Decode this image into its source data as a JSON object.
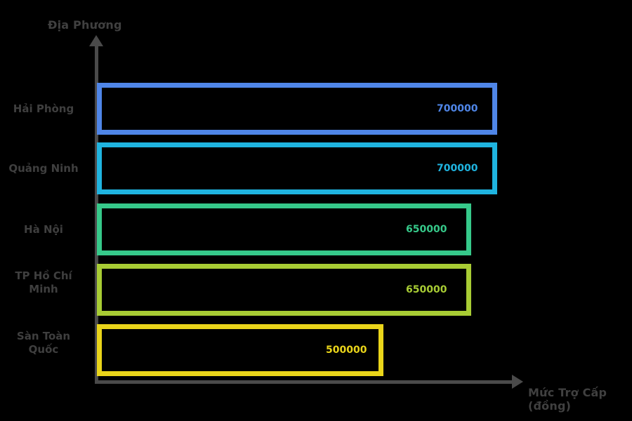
{
  "chart_data": {
    "type": "bar",
    "orientation": "horizontal",
    "title": "",
    "xlabel": "Mức Trợ Cấp (đồng)",
    "ylabel": "Địa Phương",
    "categories": [
      "Hải Phòng",
      "Quảng Ninh",
      "Hà Nội",
      "TP Hồ Chí Minh",
      "Sàn Toàn Quốc"
    ],
    "values": [
      700000,
      700000,
      650000,
      650000,
      500000
    ],
    "value_labels": [
      "700000",
      "700000",
      "650000",
      "650000",
      "500000"
    ],
    "colors": [
      "#4f86e8",
      "#1fb4e0",
      "#36c98a",
      "#a8cc34",
      "#ead51a"
    ],
    "xlim": [
      0,
      780000
    ],
    "grid": false,
    "legend": false,
    "bar_style": "outlined"
  },
  "axes": {
    "y_title": "Địa Phương",
    "x_title_line1": "Mức Trợ Cấp",
    "x_title_line2": "(đồng)",
    "axis_color": "#4a4a4a"
  },
  "bars": [
    {
      "label": "Hải Phòng",
      "label_line1": "Hải Phòng",
      "label_line2": "",
      "value": "700000",
      "color": "#4f86e8"
    },
    {
      "label": "Quảng Ninh",
      "label_line1": "Quảng Ninh",
      "label_line2": "",
      "value": "700000",
      "color": "#1fb4e0"
    },
    {
      "label": "Hà Nội",
      "label_line1": "Hà Nội",
      "label_line2": "",
      "value": "650000",
      "color": "#36c98a"
    },
    {
      "label": "TP Hồ Chí Minh",
      "label_line1": "TP Hồ Chí",
      "label_line2": "Minh",
      "value": "650000",
      "color": "#a8cc34"
    },
    {
      "label": "Sàn Toàn Quốc",
      "label_line1": "Sàn Toàn",
      "label_line2": "Quốc",
      "value": "500000",
      "color": "#ead51a"
    }
  ]
}
